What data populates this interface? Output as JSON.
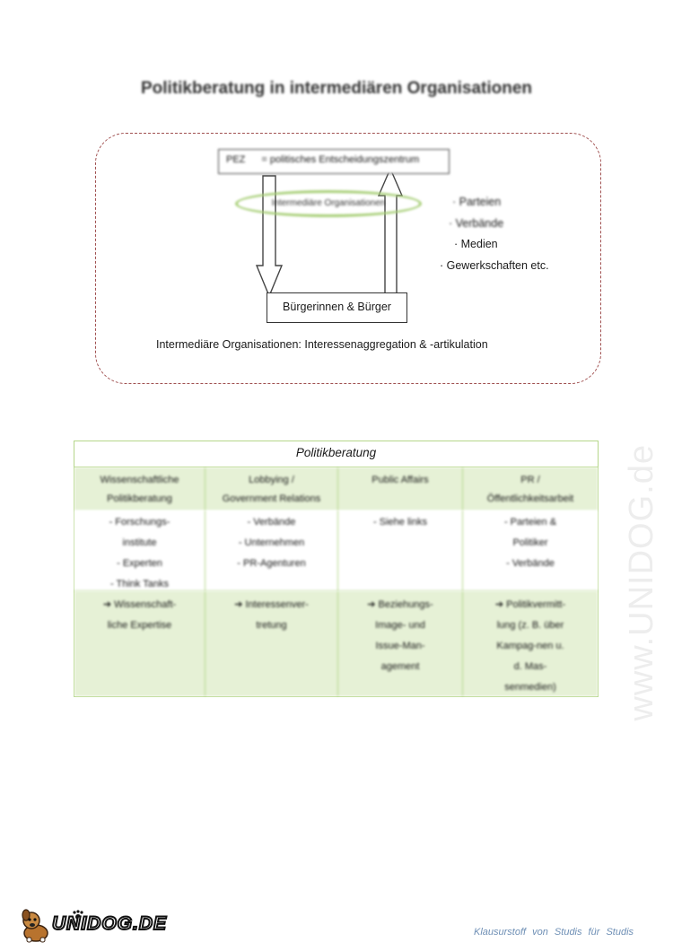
{
  "title": "Politikberatung in intermediären Organisationen",
  "diagram": {
    "pez_abbrev": "PEZ",
    "pez_text": "= politisches Entscheidungszentrum",
    "intermediary_label": "Intermediäre Organisationen",
    "bullets": [
      "· Parteien",
      "· Verbände",
      "· Medien",
      "· Gewerkschaften etc."
    ],
    "citizens_label": "Bürgerinnen & Bürger",
    "caption": "Intermediäre Organisationen: Interessenaggregation & -artikulation"
  },
  "table": {
    "title": "Politikberatung",
    "columns": [
      {
        "header": [
          "Wissenschaftliche",
          "Politikberatung"
        ],
        "items": [
          "-  Forschungs-",
          "institute",
          "-  Experten",
          "-  Think Tanks"
        ],
        "result": [
          "➔  Wissenschaft-",
          "liche Expertise"
        ]
      },
      {
        "header": [
          "Lobbying /",
          "Government Relations"
        ],
        "items": [
          "-  Verbände",
          "-  Unternehmen",
          "-  PR-Agenturen"
        ],
        "result": [
          "➔  Interessenver-",
          "tretung"
        ]
      },
      {
        "header": [
          "Public Affairs"
        ],
        "items": [
          "-  Siehe links"
        ],
        "result": [
          "➔  Beziehungs-",
          "Image- und",
          "Issue-Man-",
          "agement"
        ]
      },
      {
        "header": [
          "PR /",
          "Öffentlichkeitsarbeit"
        ],
        "items": [
          "-  Parteien &",
          "Politiker",
          "-  Verbände"
        ],
        "result": [
          "➔  Politikvermitt-",
          "lung (z. B. über",
          "Kampag-nen u.",
          "d. Mas-",
          "senmedien)"
        ]
      }
    ]
  },
  "watermark": "www.UNIDOG.de",
  "footer": {
    "logo": "UNIDOG.DE",
    "slogan": "Klausurstoff von Studis für Studis"
  },
  "colors": {
    "table_green": "#e6f1d6",
    "border_green": "#b5d68a",
    "ellipse_green": "#a8cf78",
    "dashed_red": "#a05050",
    "slogan_blue": "#6e8fb5"
  }
}
